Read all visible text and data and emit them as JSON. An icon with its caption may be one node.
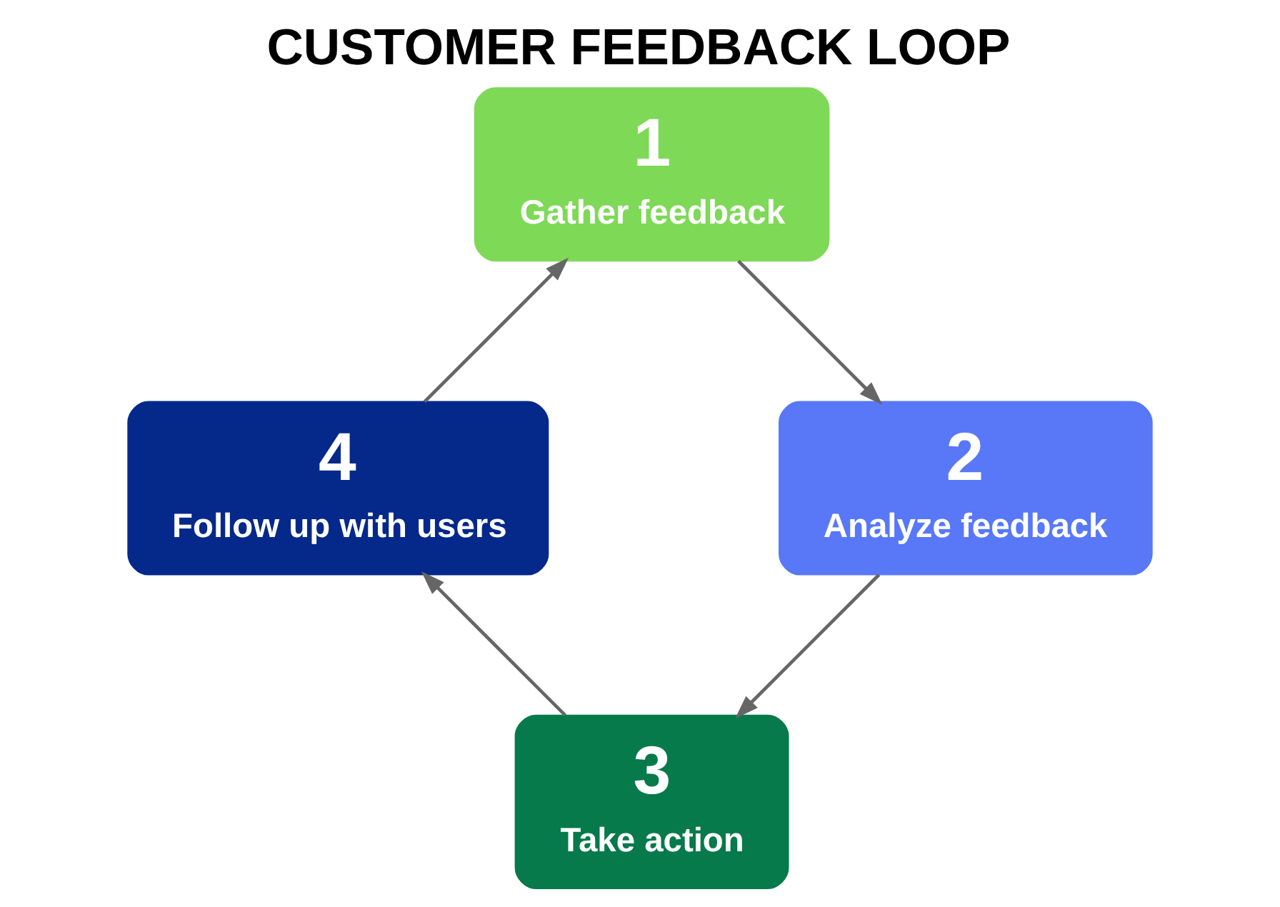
{
  "diagram": {
    "title": "CUSTOMER FEEDBACK LOOP",
    "nodes": [
      {
        "text": [
          "1",
          "Gather feedback"
        ]
      },
      {
        "text": [
          "2",
          "Analyze feedback"
        ]
      },
      {
        "text": [
          "3",
          "Take action"
        ]
      },
      {
        "text": [
          "4",
          "Follow up with users"
        ]
      }
    ],
    "edges": [
      {
        "from": 0,
        "to": 1,
        "arrow": "to"
      },
      {
        "from": 1,
        "to": 2,
        "arrow": "to"
      },
      {
        "from": 2,
        "to": 3,
        "arrow": "to"
      },
      {
        "from": 3,
        "to": 0,
        "arrow": "to"
      }
    ]
  }
}
